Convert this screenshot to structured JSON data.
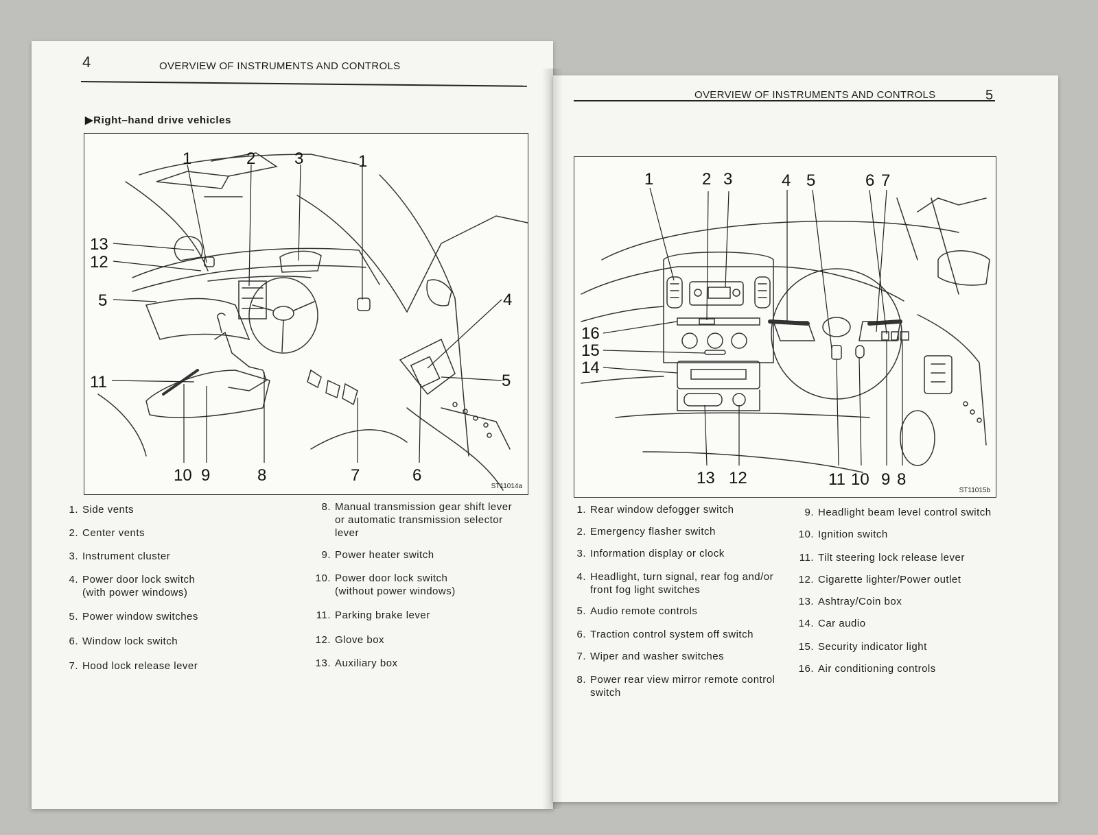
{
  "left_page": {
    "page_number": "4",
    "header_title": "OVERVIEW OF INSTRUMENTS AND CONTROLS",
    "subheading": "▶Right–hand drive vehicles",
    "figure_code": "ST11014a",
    "callouts": [
      "1",
      "2",
      "3",
      "1",
      "13",
      "12",
      "5",
      "4",
      "11",
      "5",
      "10",
      "9",
      "8",
      "7",
      "6"
    ],
    "items": [
      {
        "num": "1.",
        "text": "Side vents"
      },
      {
        "num": "2.",
        "text": "Center vents"
      },
      {
        "num": "3.",
        "text": "Instrument cluster"
      },
      {
        "num": "4.",
        "text": "Power door lock switch\n(with power windows)"
      },
      {
        "num": "5.",
        "text": "Power window switches"
      },
      {
        "num": "6.",
        "text": "Window lock switch"
      },
      {
        "num": "7.",
        "text": "Hood lock release lever"
      },
      {
        "num": "8.",
        "text": "Manual transmission gear shift lever\nor automatic transmission selector\nlever"
      },
      {
        "num": "9.",
        "text": "Power heater switch"
      },
      {
        "num": "10.",
        "text": "Power door lock switch\n(without power windows)"
      },
      {
        "num": "11.",
        "text": "Parking brake lever"
      },
      {
        "num": "12.",
        "text": "Glove box"
      },
      {
        "num": "13.",
        "text": "Auxiliary box"
      }
    ]
  },
  "right_page": {
    "page_number": "5",
    "header_title": "OVERVIEW OF INSTRUMENTS AND CONTROLS",
    "figure_code": "ST11015b",
    "callouts": [
      "1",
      "2",
      "3",
      "4",
      "5",
      "6",
      "7",
      "16",
      "15",
      "14",
      "13",
      "12",
      "11",
      "10",
      "9",
      "8"
    ],
    "items": [
      {
        "num": "1.",
        "text": "Rear window defogger switch"
      },
      {
        "num": "2.",
        "text": "Emergency flasher switch"
      },
      {
        "num": "3.",
        "text": "Information display or clock"
      },
      {
        "num": "4.",
        "text": "Headlight, turn signal, rear fog and/or\nfront fog light switches"
      },
      {
        "num": "5.",
        "text": "Audio remote controls"
      },
      {
        "num": "6.",
        "text": "Traction control system off switch"
      },
      {
        "num": "7.",
        "text": "Wiper and washer switches"
      },
      {
        "num": "8.",
        "text": "Power rear view mirror remote control\nswitch"
      },
      {
        "num": "9.",
        "text": "Headlight beam level control switch"
      },
      {
        "num": "10.",
        "text": "Ignition switch"
      },
      {
        "num": "11.",
        "text": "Tilt steering lock release lever"
      },
      {
        "num": "12.",
        "text": "Cigarette lighter/Power outlet"
      },
      {
        "num": "13.",
        "text": "Ashtray/Coin box"
      },
      {
        "num": "14.",
        "text": "Car audio"
      },
      {
        "num": "15.",
        "text": "Security indicator light"
      },
      {
        "num": "16.",
        "text": "Air conditioning controls"
      }
    ]
  }
}
